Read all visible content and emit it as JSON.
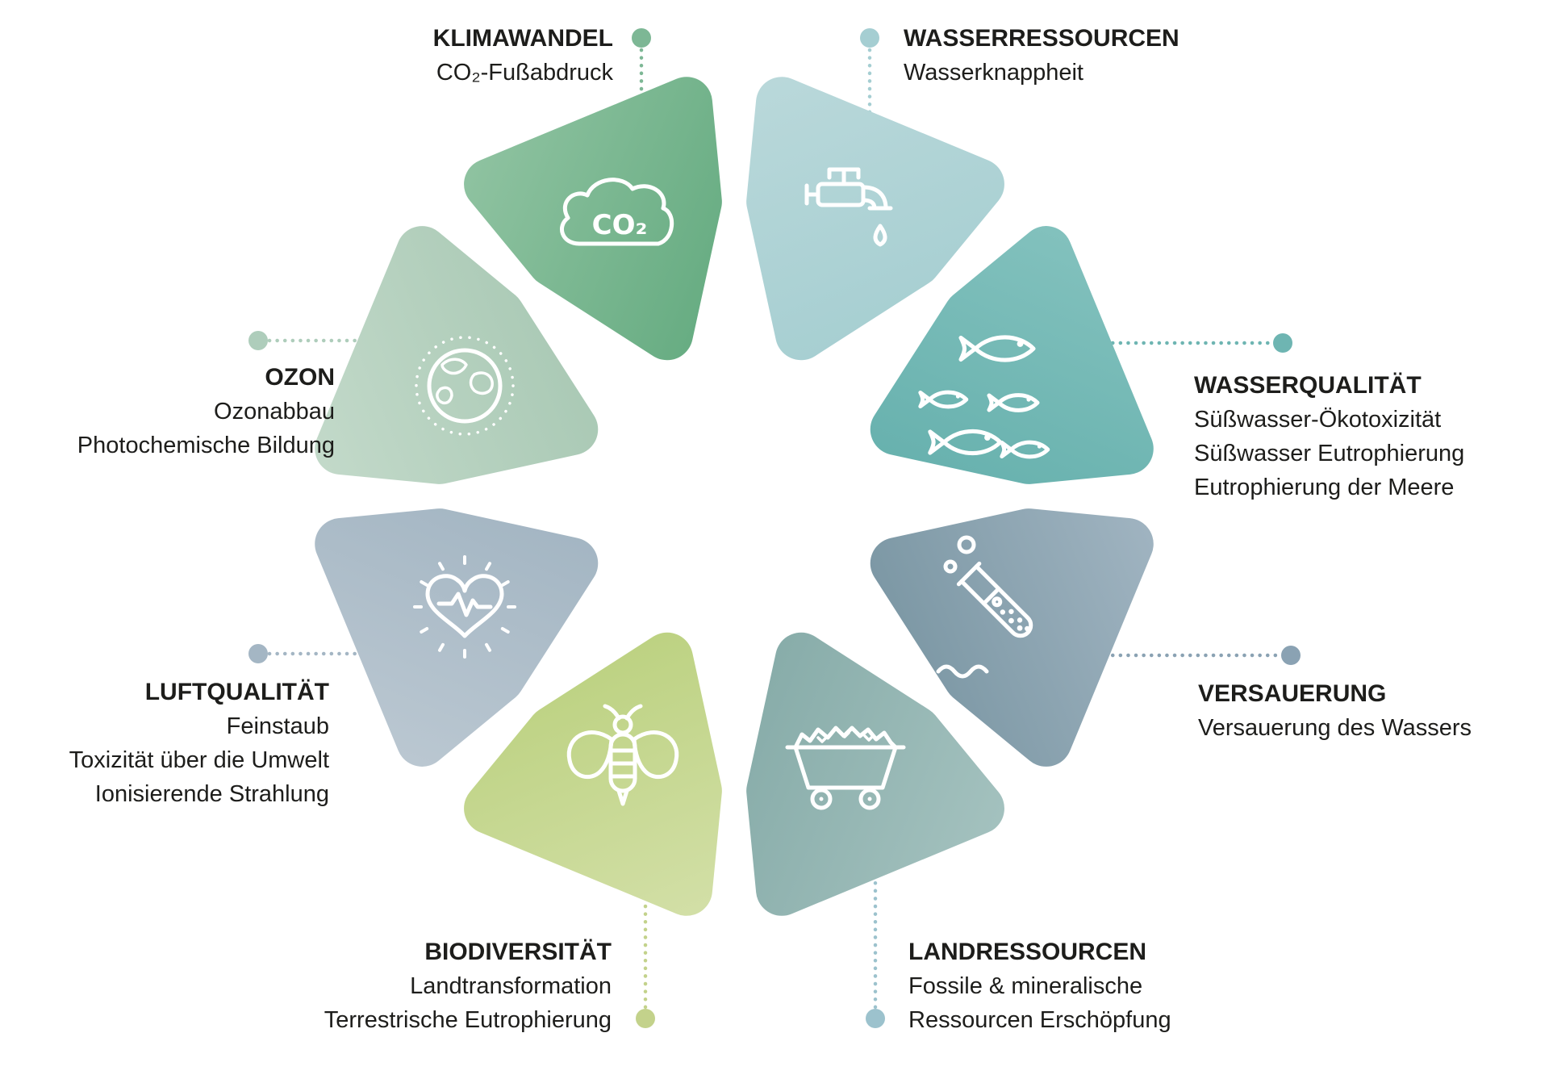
{
  "figure": {
    "background": "#ffffff",
    "text_color": "#1d1d1b",
    "icon_stroke": "#ffffff",
    "co2_icon_text": "CO₂",
    "categories": [
      {
        "id": "klimawandel",
        "title": "KLIMAWANDEL",
        "lines": [
          "CO₂-Fußabdruck"
        ],
        "icon": "co2-cloud-icon",
        "label_pos": "top-left",
        "color_light": "#8ec2a0",
        "color_dark": "#5fa87c",
        "dot_color": "#7db795"
      },
      {
        "id": "wasserressourcen",
        "title": "WASSERRESSOURCEN",
        "lines": [
          "Wasserknappheit"
        ],
        "icon": "faucet-icon",
        "label_pos": "top-right",
        "color_light": "#b9d8da",
        "color_dark": "#a3cdd0",
        "dot_color": "#a5ced2"
      },
      {
        "id": "wasserqualitaet",
        "title": "WASSERQUALITÄT",
        "lines": [
          "Süßwasser-Ökotoxizität",
          "Süßwasser Eutrophierung",
          "Eutrophierung der Meere"
        ],
        "icon": "fish-school-icon",
        "label_pos": "right-upper",
        "color_light": "#82c1bd",
        "color_dark": "#62aeab",
        "dot_color": "#6eb5b2"
      },
      {
        "id": "versauerung",
        "title": "VERSAUERUNG",
        "lines": [
          "Versauerung des Wassers"
        ],
        "icon": "test-tube-icon",
        "label_pos": "right-lower",
        "color_light": "#9fb3c0",
        "color_dark": "#75929f",
        "dot_color": "#8aa2b3"
      },
      {
        "id": "landressourcen",
        "title": "LANDRESSOURCEN",
        "lines": [
          "Fossile & mineralische",
          "Ressourcen Erschöpfung"
        ],
        "icon": "mine-cart-icon",
        "label_pos": "bottom-right",
        "color_light": "#a3c1be",
        "color_dark": "#82a8a5",
        "dot_color": "#9cc2cd"
      },
      {
        "id": "biodiversitaet",
        "title": "BIODIVERSITÄT",
        "lines": [
          "Landtransformation",
          "Terrestrische Eutrophierung"
        ],
        "icon": "bee-icon",
        "label_pos": "bottom-left",
        "color_light": "#d2dfa6",
        "color_dark": "#b8cf7a",
        "dot_color": "#c3d28b"
      },
      {
        "id": "luftqualitaet",
        "title": "LUFTQUALITÄT",
        "lines": [
          "Feinstaub",
          "Toxizität über die Umwelt",
          "Ionisierende Strahlung"
        ],
        "icon": "heart-pulse-icon",
        "label_pos": "left-lower",
        "color_light": "#bac7d1",
        "color_dark": "#9fb2c0",
        "dot_color": "#a4b6c4"
      },
      {
        "id": "ozon",
        "title": "OZON",
        "lines": [
          "Ozonabbau",
          "Photochemische Bildung"
        ],
        "icon": "globe-icon",
        "label_pos": "left-upper",
        "color_light": "#c2d9c9",
        "color_dark": "#a5c6b1",
        "dot_color": "#aecdbb"
      }
    ]
  }
}
